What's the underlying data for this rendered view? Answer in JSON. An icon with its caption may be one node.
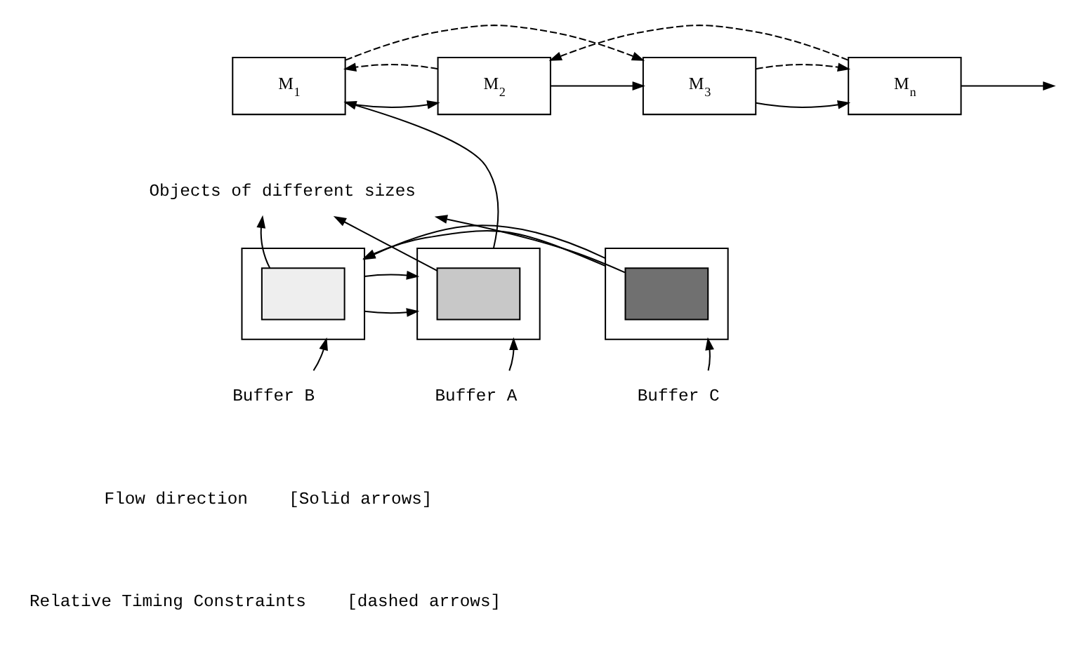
{
  "diagram": {
    "nodes": [
      {
        "text": [
          "M$_{1}$"
        ]
      },
      {
        "text": [
          "M$_{2}$"
        ]
      },
      {
        "text": [
          "M$_{3}$"
        ]
      },
      {
        "text": [
          "M$_{n}$"
        ]
      },
      {
        "text": [
          "Objects of different sizes"
        ]
      },
      {
        "text": [],
        "shape": "box"
      },
      {
        "text": [],
        "shape": "box",
        "in": 5
      },
      {
        "text": [],
        "shape": "box"
      },
      {
        "text": [],
        "shape": "box",
        "in": 7
      },
      {
        "text": [],
        "shape": "box"
      },
      {
        "text": [],
        "shape": "box",
        "in": 9
      },
      {
        "text": [
          "Buffer A"
        ]
      },
      {
        "text": [
          "Buffer B"
        ]
      },
      {
        "text": [
          "Buffer C"
        ]
      }
    ],
    "edges": [
      {
        "from": 0,
        "to": 1,
        "arrow": "to"
      },
      {
        "from": 1,
        "to": 2,
        "arrow": "to"
      },
      {
        "from": 2,
        "to": 3,
        "arrow": "to"
      },
      {
        "from": 3,
        "to": null,
        "arrow": "to"
      },
      {
        "from": 5,
        "to": 0,
        "arrow": "to"
      },
      {
        "from": 0,
        "to": 2,
        "arrow": "to",
        "style": "dashed"
      },
      {
        "from": 3,
        "to": 1,
        "arrow": "to",
        "style": "dashed"
      },
      {
        "from": 1,
        "to": 0,
        "arrow": "to",
        "style": "dashed"
      },
      {
        "from": 2,
        "to": 3,
        "arrow": "to",
        "style": "dashed"
      },
      {
        "from": 6,
        "to": 4,
        "arrow": "to"
      },
      {
        "from": 8,
        "to": 4,
        "arrow": "to"
      },
      {
        "from": 10,
        "to": 4,
        "arrow": "to"
      },
      {
        "from": 7,
        "to": 5,
        "arrow": "to"
      },
      {
        "from": 7,
        "to": 5,
        "arrow": "to"
      },
      {
        "from": 9,
        "to": 7,
        "arrow": "to"
      },
      {
        "from": 9,
        "to": 7,
        "arrow": "to"
      },
      {
        "from": 11,
        "to": 5,
        "arrow": "to"
      },
      {
        "from": 12,
        "to": 7,
        "arrow": "to"
      },
      {
        "from": 13,
        "to": 9,
        "arrow": "to"
      }
    ],
    "labels": [
      "Flow direction    [Solid arrows]",
      "Relative Timing Constraints    [dashed arrows]"
    ]
  }
}
